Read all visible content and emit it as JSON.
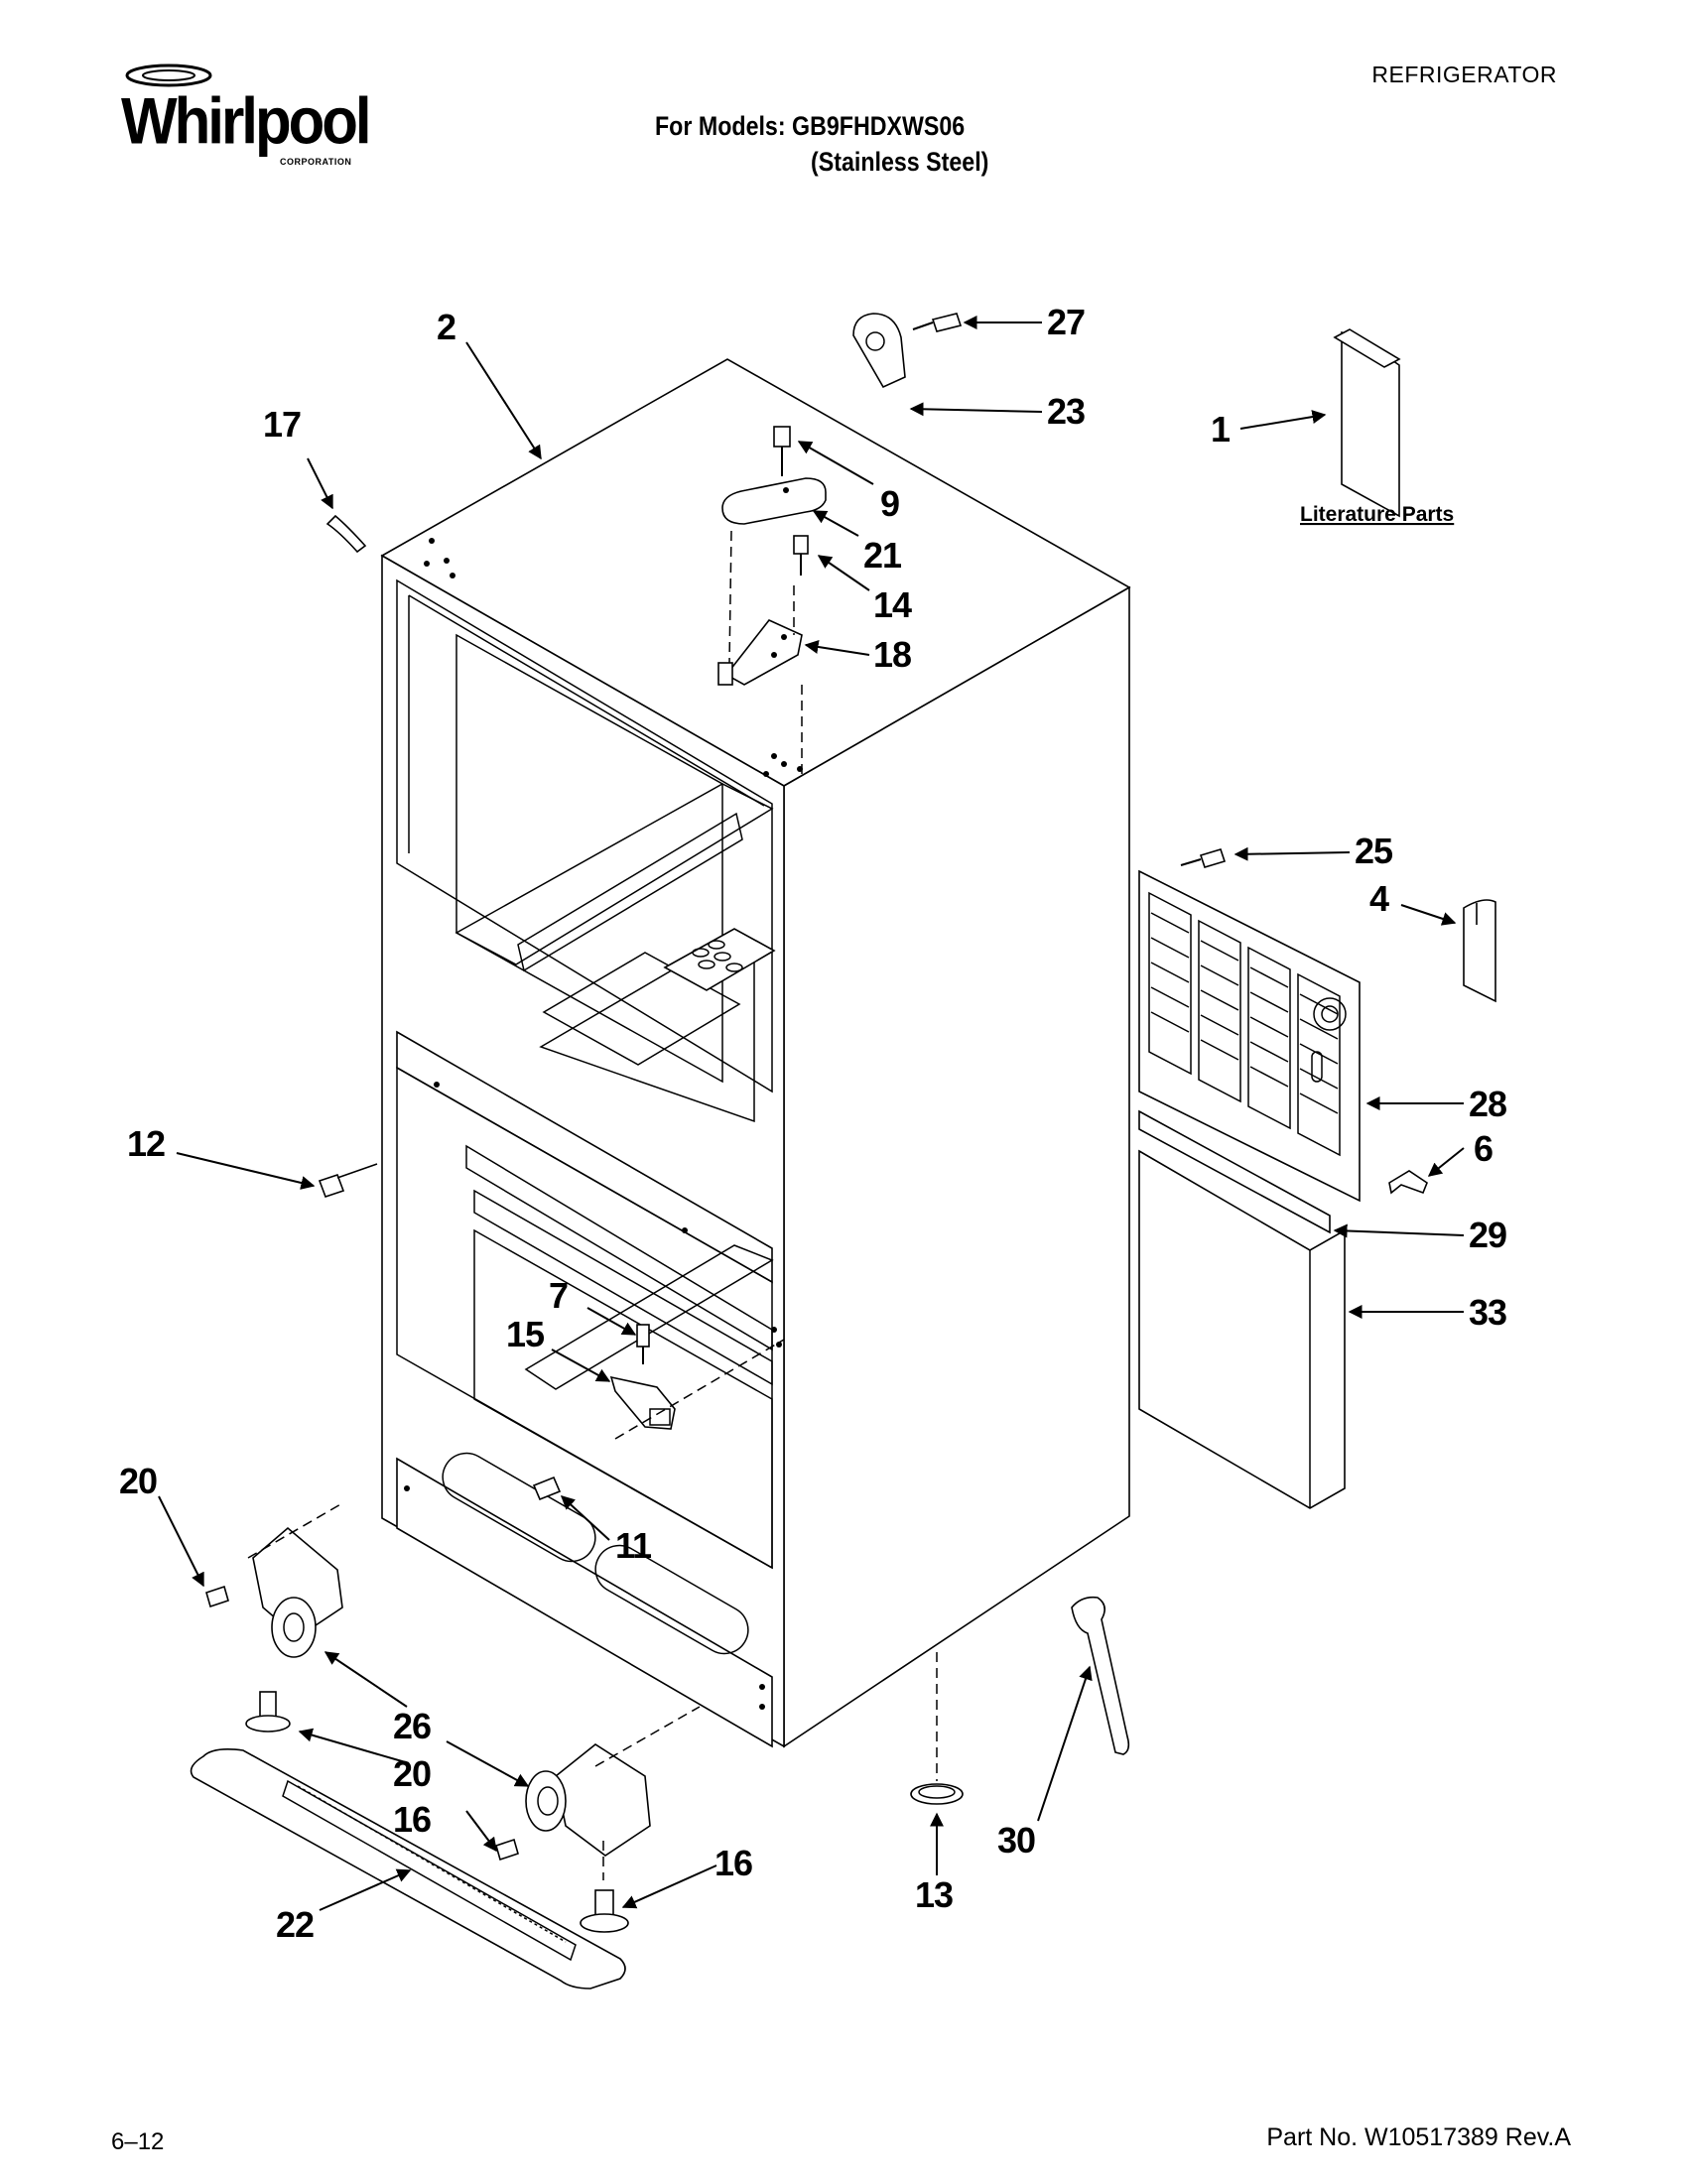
{
  "header": {
    "brand": "Whirlpool",
    "brand_sub": "CORPORATION",
    "doc_type": "REFRIGERATOR",
    "models_line": "For Models: GB9FHDXWS06",
    "finish_line": "(Stainless Steel)"
  },
  "literature_label": "Literature Parts",
  "callouts": {
    "c1": "1",
    "c2": "2",
    "c4": "4",
    "c6": "6",
    "c7": "7",
    "c9": "9",
    "c11": "11",
    "c12": "12",
    "c13": "13",
    "c14": "14",
    "c15": "15",
    "c16a": "16",
    "c16b": "16",
    "c17": "17",
    "c18": "18",
    "c20a": "20",
    "c20b": "20",
    "c21": "21",
    "c22": "22",
    "c23": "23",
    "c25": "25",
    "c26": "26",
    "c27": "27",
    "c28": "28",
    "c29": "29",
    "c30": "30",
    "c33": "33"
  },
  "footer": {
    "page": "6–12",
    "part_number": "Part No. W10517389 Rev.A"
  }
}
